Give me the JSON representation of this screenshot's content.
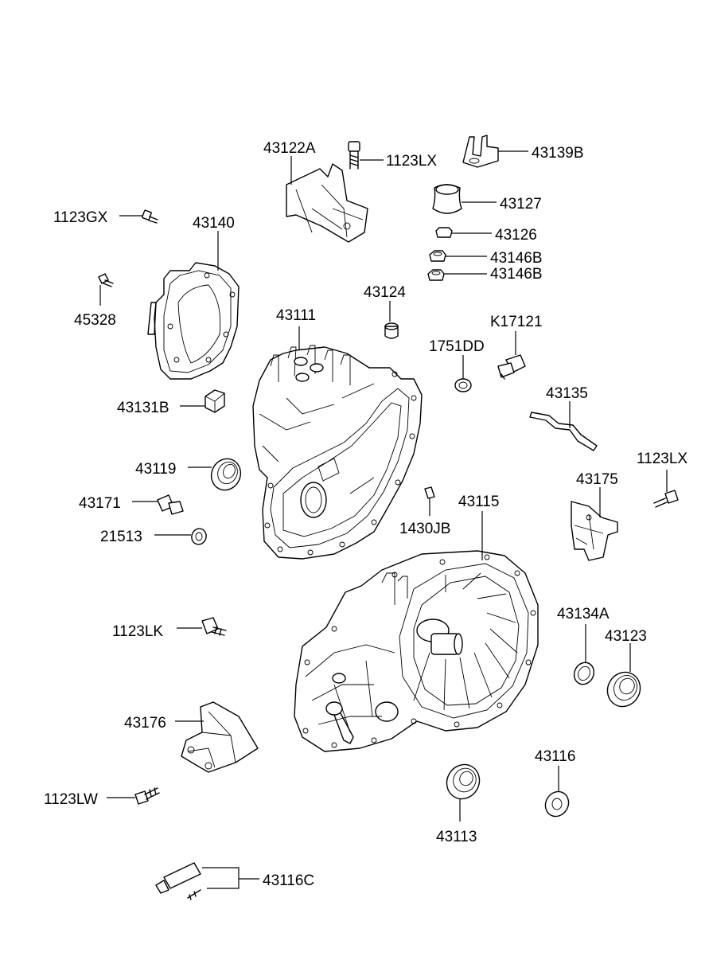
{
  "parts": {
    "p43122A": "43122A",
    "p1123LX_top": "1123LX",
    "p43139B": "43139B",
    "p43127": "43127",
    "p43126": "43126",
    "p43146B_1": "43146B",
    "p43146B_2": "43146B",
    "p1123GX": "1123GX",
    "p43140": "43140",
    "p45328": "45328",
    "p43124": "43124",
    "p43111": "43111",
    "p1751DD": "1751DD",
    "pK17121": "K17121",
    "p43135": "43135",
    "p43131B": "43131B",
    "p43119": "43119",
    "p1123LX_right": "1123LX",
    "p43175": "43175",
    "p43171": "43171",
    "p43115": "43115",
    "p21513": "21513",
    "p1430JB": "1430JB",
    "p43134A": "43134A",
    "p43123": "43123",
    "p1123LK": "1123LK",
    "p43176": "43176",
    "p43116": "43116",
    "p1123LW": "1123LW",
    "p43113": "43113",
    "p43116C": "43116C"
  }
}
